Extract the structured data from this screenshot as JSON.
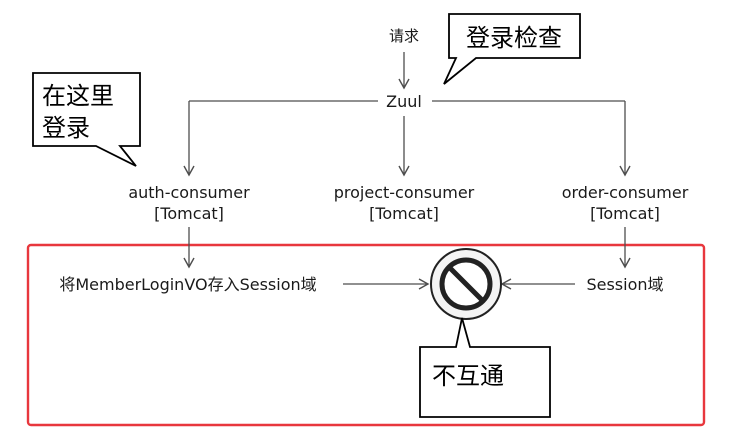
{
  "nodes": {
    "request": "请求",
    "zuul": "Zuul",
    "auth_name": "auth-consumer",
    "auth_server": "[Tomcat]",
    "project_name": "project-consumer",
    "project_server": "[Tomcat]",
    "order_name": "order-consumer",
    "order_server": "[Tomcat]",
    "store_session": "将MemberLoginVO存入Session域",
    "session_domain": "Session域"
  },
  "callouts": {
    "login_check": "登录检查",
    "login_here_line1": "在这里",
    "login_here_line2": "登录",
    "not_shared": "不互通"
  },
  "colors": {
    "frame": "#e8373d",
    "line": "#4d4d4d",
    "text": "#1a1a1a",
    "callout_border": "#000000"
  },
  "icons": {
    "blocked": "prohibited-icon"
  }
}
